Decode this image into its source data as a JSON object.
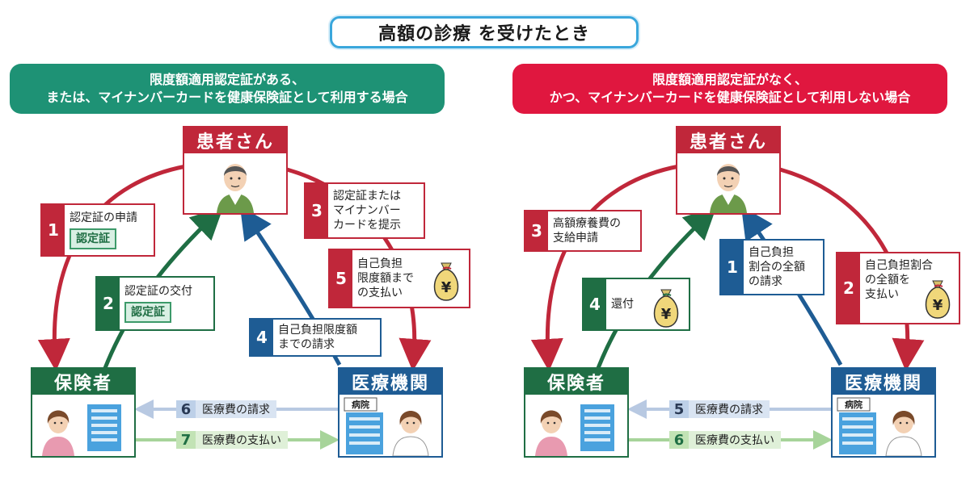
{
  "title": "高額の診療 を受けたとき",
  "left": {
    "banner_line1": "限度額適用認定証がある、",
    "banner_line2": "または、マイナンバーカードを健康保険証として利用する場合",
    "patient": "患者さん",
    "insurer": "保険者",
    "hospital": "医療機関",
    "steps": [
      {
        "num": "1",
        "text": "認定証の申請",
        "badge": "認定証"
      },
      {
        "num": "2",
        "text": "認定証の交付",
        "badge": "認定証"
      },
      {
        "num": "3",
        "line1": "認定証または",
        "line2": "マイナンバー",
        "line3": "カードを提示"
      },
      {
        "num": "4",
        "line1": "自己負担限度額",
        "line2": "までの請求"
      },
      {
        "num": "5",
        "line1": "自己負担",
        "line2": "限度額まで",
        "line3": "の支払い"
      }
    ],
    "flows": [
      {
        "num": "6",
        "text": "医療費の請求"
      },
      {
        "num": "7",
        "text": "医療費の支払い"
      }
    ]
  },
  "right": {
    "banner_line1": "限度額適用認定証がなく、",
    "banner_line2": "かつ、マイナンバーカードを健康保険証として利用しない場合",
    "patient": "患者さん",
    "insurer": "保険者",
    "hospital": "医療機関",
    "steps": [
      {
        "num": "1",
        "line1": "自己負担",
        "line2": "割合の全額",
        "line3": "の請求"
      },
      {
        "num": "2",
        "line1": "自己負担割合",
        "line2": "の全額を",
        "line3": "支払い"
      },
      {
        "num": "3",
        "line1": "高額療養費の",
        "line2": "支給申請"
      },
      {
        "num": "4",
        "text": "還付"
      }
    ],
    "flows": [
      {
        "num": "5",
        "text": "医療費の請求"
      },
      {
        "num": "6",
        "text": "医療費の支払い"
      }
    ]
  },
  "hospital_sign": "病院",
  "yen_symbol": "¥",
  "colors": {
    "title_border": "#3aa7dc",
    "left_banner": "#1e9275",
    "right_banner": "#e0173f",
    "patient": "#c0273a",
    "insurer": "#1f6e44",
    "hospital": "#1e5c94"
  }
}
